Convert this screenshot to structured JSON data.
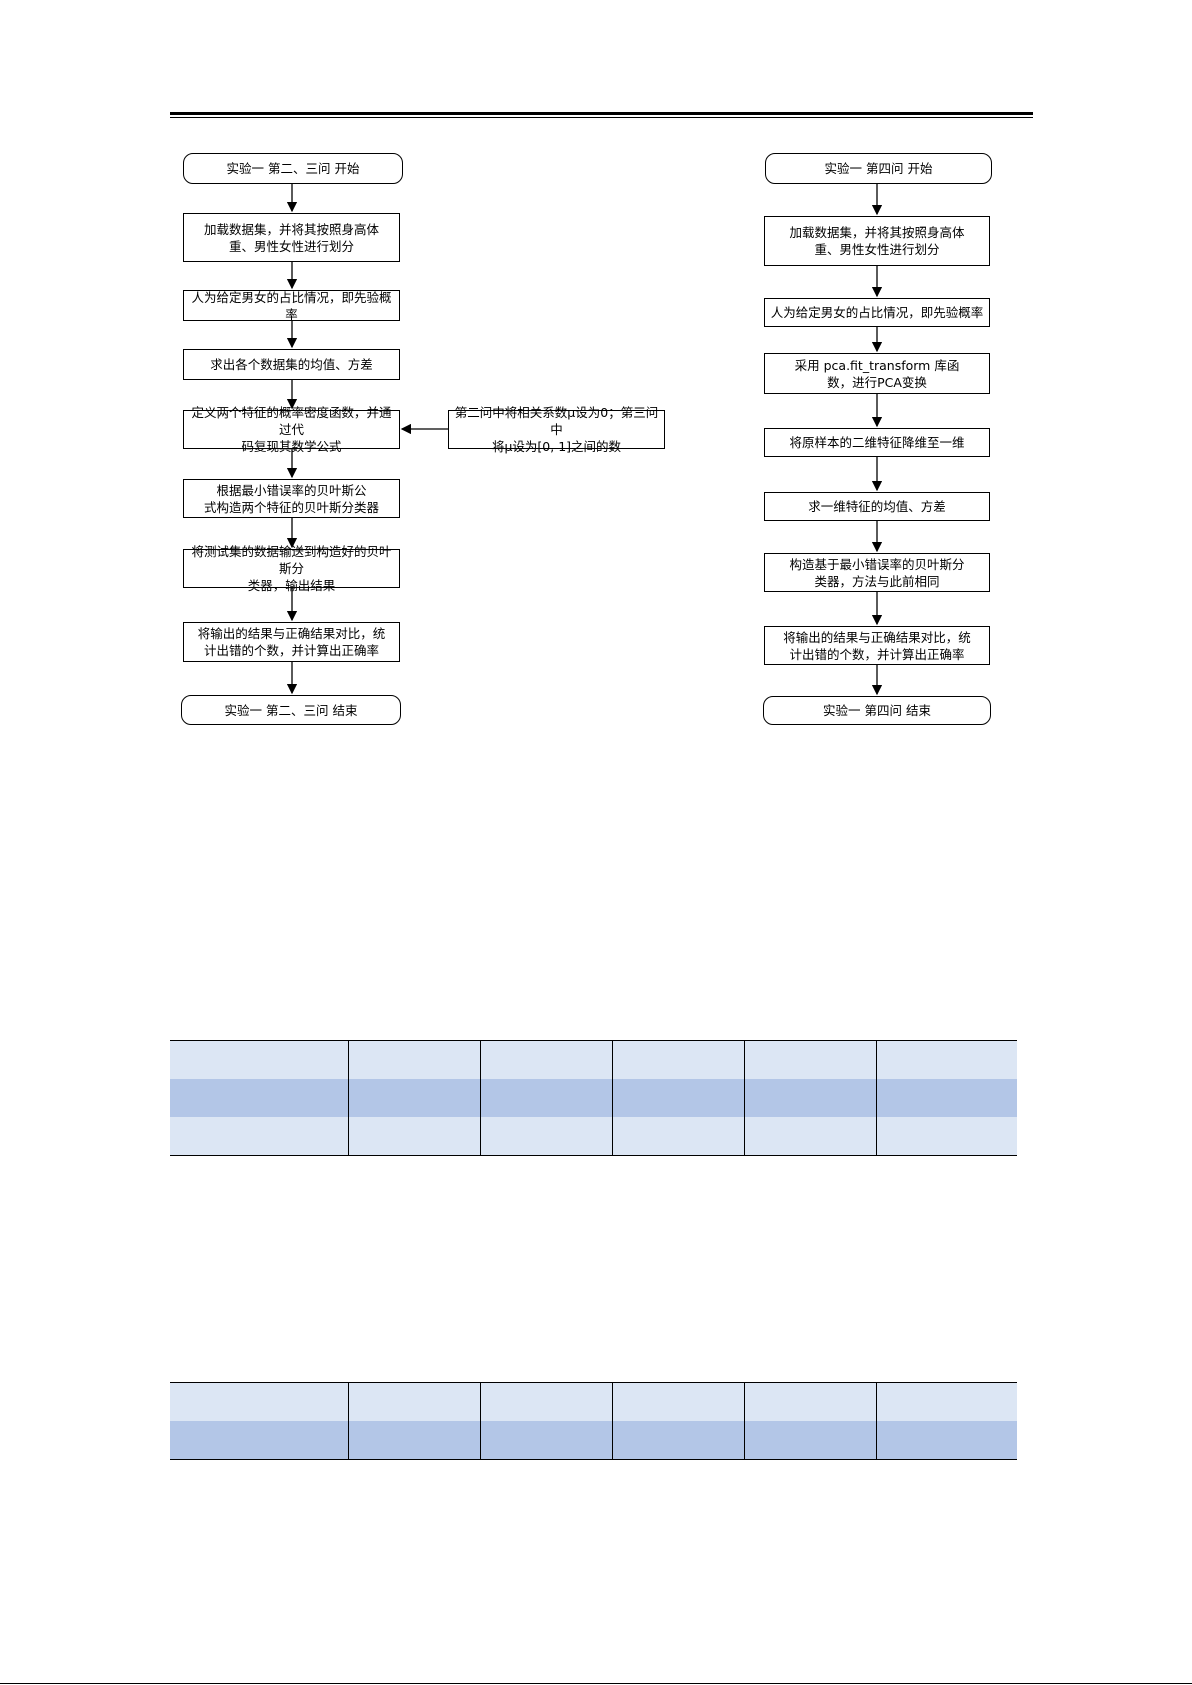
{
  "flowchart_left": {
    "start": "实验一 第二、三问    开始",
    "load": "加载数据集，并将其按照身高体\n重、男性女性进行划分",
    "prior": "人为给定男女的占比情况，即先验概率",
    "mean_var": "求出各个数据集的均值、方差",
    "pdf": "定义两个特征的概率密度函数，并通过代\n码复现其数学公式",
    "bayes": "根据最小错误率的贝叶斯公\n式构造两个特征的贝叶斯分类器",
    "test": "将测试集的数据输送到构造好的贝叶斯分\n类器，输出结果",
    "compare": "将输出的结果与正确结果对比，统\n计出错的个数，并计算出正确率",
    "end": "实验一 第二、三问    结束"
  },
  "side_note": "第二问中将相关系数μ设为0；第三问中\n将μ设为[0, 1]之间的数",
  "flowchart_right": {
    "start": "实验一 第四问    开始",
    "load": "加载数据集，并将其按照身高体\n重、男性女性进行划分",
    "prior": "人为给定男女的占比情况，即先验概率",
    "pca": "采用 pca.fit_transform 库函\n数，进行PCA变换",
    "reduce": "将原样本的二维特征降维至一维",
    "mean_var": "求一维特征的均值、方差",
    "bayes": "构造基于最小错误率的贝叶斯分\n类器，方法与此前相同",
    "compare": "将输出的结果与正确结果对比，统\n计出错的个数，并计算出正确率",
    "end": "实验一 第四问    结束"
  },
  "colors": {
    "row_light": "#dce6f4",
    "row_dark": "#b3c6e7"
  }
}
